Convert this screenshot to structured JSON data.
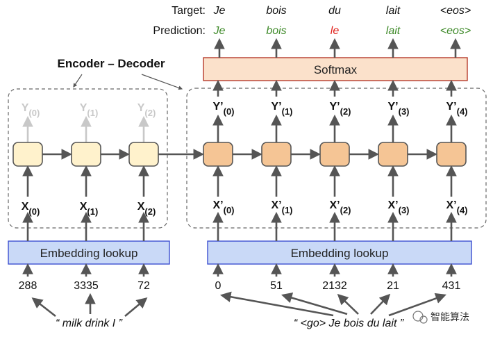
{
  "header": {
    "target_label": "Target:",
    "prediction_label": "Prediction:",
    "targets": [
      "Je",
      "bois",
      "du",
      "lait",
      "<eos>"
    ],
    "predictions": [
      "Je",
      "bois",
      "le",
      "lait",
      "<eos>"
    ],
    "prediction_status": [
      "correct",
      "correct",
      "wrong",
      "correct",
      "correct"
    ]
  },
  "title": "Encoder – Decoder",
  "softmax_label": "Softmax",
  "encoder": {
    "outputs": [
      {
        "v": "Y",
        "s": "(0)"
      },
      {
        "v": "Y",
        "s": "(1)"
      },
      {
        "v": "Y",
        "s": "(2)"
      }
    ],
    "inputs": [
      {
        "v": "X",
        "s": "(0)"
      },
      {
        "v": "X",
        "s": "(1)"
      },
      {
        "v": "X",
        "s": "(2)"
      }
    ],
    "embedding_label": "Embedding lookup",
    "ids": [
      "288",
      "3335",
      "72"
    ],
    "sentence": "“ milk drink I ”"
  },
  "decoder": {
    "outputs": [
      {
        "v": "Y’",
        "s": "(0)"
      },
      {
        "v": "Y’",
        "s": "(1)"
      },
      {
        "v": "Y’",
        "s": "(2)"
      },
      {
        "v": "Y’",
        "s": "(3)"
      },
      {
        "v": "Y’",
        "s": "(4)"
      }
    ],
    "inputs": [
      {
        "v": "X’",
        "s": "(0)"
      },
      {
        "v": "X’",
        "s": "(1)"
      },
      {
        "v": "X’",
        "s": "(2)"
      },
      {
        "v": "X’",
        "s": "(3)"
      },
      {
        "v": "X’",
        "s": "(4)"
      }
    ],
    "embedding_label": "Embedding lookup",
    "ids": [
      "0",
      "51",
      "2132",
      "21",
      "431"
    ],
    "sentence": "“ <go> Je bois du lait ”"
  },
  "watermark": "智能算法",
  "colors": {
    "encoder_cell": "#fff2cc",
    "decoder_cell": "#f5c595",
    "softmax_fill": "#fbe1cb",
    "softmax_stroke": "#b63a2a",
    "embedding_fill": "#c9d9f7",
    "embedding_stroke": "#3c4fd0",
    "arrow": "#555555",
    "ghost": "#c8c8c8",
    "correct": "#3f8a2a",
    "wrong": "#e0211b"
  }
}
